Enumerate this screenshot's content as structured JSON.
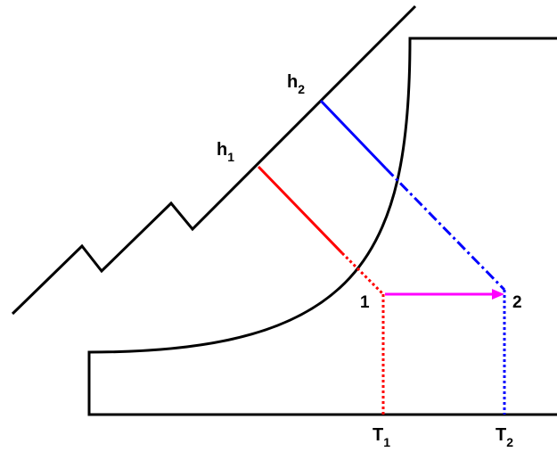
{
  "labels": {
    "h1": {
      "main": "h",
      "sub": "1"
    },
    "h2": {
      "main": "h",
      "sub": "2"
    },
    "point1": "1",
    "point2": "2",
    "T1": {
      "main": "T",
      "sub": "1"
    },
    "T2": {
      "main": "T",
      "sub": "2"
    }
  },
  "colors": {
    "outline": "#000000",
    "state_1": "#ff0000",
    "state_2": "#0000ff",
    "transition": "#ff00ff"
  }
}
